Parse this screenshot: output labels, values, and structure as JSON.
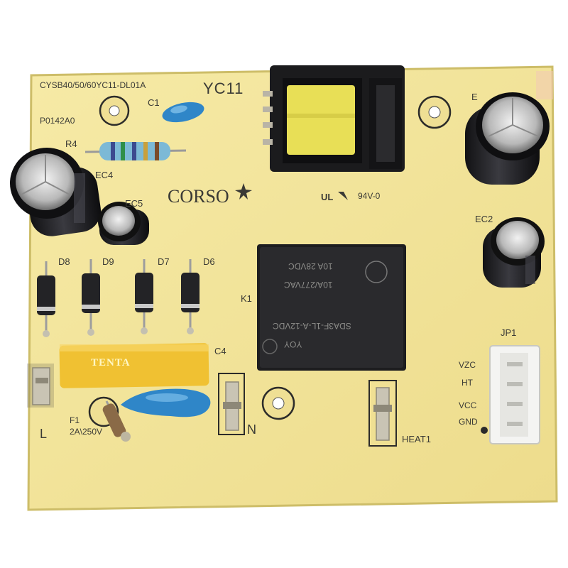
{
  "board": {
    "part_number": "CYSB40/50/60YC11-DL01A",
    "model": "YC11",
    "revision": "P0142A0",
    "brand": "CORSO",
    "ul_rating": "94V-0"
  },
  "silkscreen": {
    "c1": "C1",
    "r4": "R4",
    "ec4": "EC4",
    "ec5": "EC5",
    "ec2": "EC2",
    "e_partial": "E",
    "d8": "D8",
    "d9": "D9",
    "d7": "D7",
    "d6": "D6",
    "k1": "K1",
    "c4": "C4",
    "f1": "F1",
    "fuse_rating": "2A\\250V",
    "terminal_l": "L",
    "terminal_n": "N",
    "heat": "HEAT1",
    "jp1": "JP1",
    "pins": [
      "VZC",
      "HT",
      "VCC",
      "GND"
    ]
  },
  "capacitor_c4": {
    "brand_text": "TENTA"
  },
  "relay_k1": {
    "lines": [
      "10A 28VDC",
      "10A/277VAC",
      "SDA3F-1L-A-12VDC",
      "YOY"
    ]
  },
  "colors": {
    "pcb": "#f1e49a",
    "pcb_edge": "#d9c972",
    "relay": "#1d1d1f",
    "cap_x2": "#f0c132",
    "electrolytic": "#1e1e22",
    "ceramic": "#2f86c8",
    "copper_pad": "#c9c4b4"
  }
}
